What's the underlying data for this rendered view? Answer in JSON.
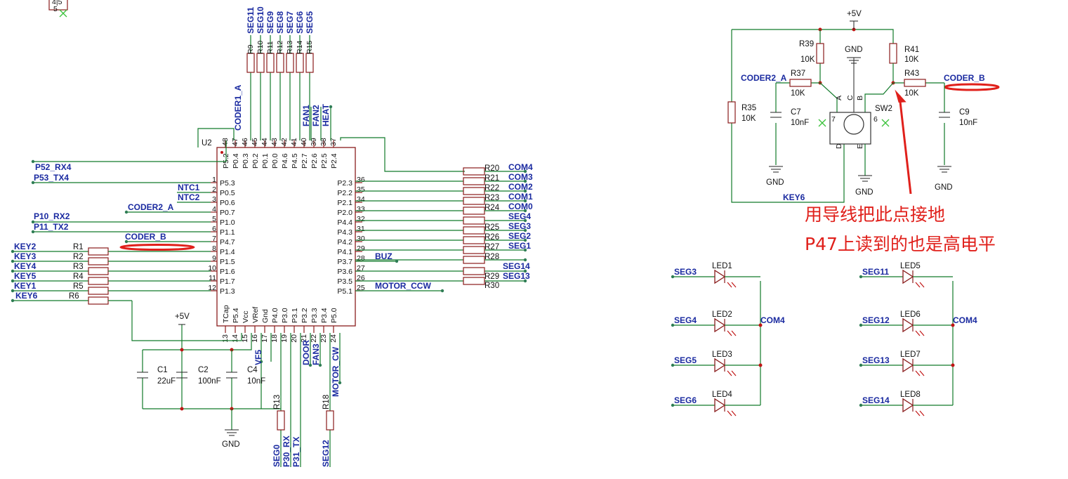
{
  "misc": {
    "top_fragment_a": "4|5",
    "top_fragment_b": "5"
  },
  "u2": {
    "ref": "U2",
    "top_pins": [
      {
        "num": "48",
        "name": "P5.2"
      },
      {
        "num": "47",
        "name": "P0.4"
      },
      {
        "num": "46",
        "name": "P0.3"
      },
      {
        "num": "45",
        "name": "P0.2"
      },
      {
        "num": "44",
        "name": "P0.1"
      },
      {
        "num": "43",
        "name": "P0.0"
      },
      {
        "num": "42",
        "name": "P4.6"
      },
      {
        "num": "41",
        "name": "P4.5"
      },
      {
        "num": "40",
        "name": "P2.7"
      },
      {
        "num": "39",
        "name": "P2.6"
      },
      {
        "num": "38",
        "name": "P2.5"
      },
      {
        "num": "37",
        "name": "P2.4"
      }
    ],
    "left_pins": [
      {
        "num": "1",
        "name": "P5.3"
      },
      {
        "num": "2",
        "name": "P0.5"
      },
      {
        "num": "3",
        "name": "P0.6"
      },
      {
        "num": "4",
        "name": "P0.7"
      },
      {
        "num": "5",
        "name": "P1.0"
      },
      {
        "num": "6",
        "name": "P1.1"
      },
      {
        "num": "7",
        "name": "P4.7"
      },
      {
        "num": "8",
        "name": "P1.4"
      },
      {
        "num": "9",
        "name": "P1.5"
      },
      {
        "num": "10",
        "name": "P1.6"
      },
      {
        "num": "11",
        "name": "P1.7"
      },
      {
        "num": "12",
        "name": "P1.3"
      }
    ],
    "right_pins": [
      {
        "num": "36",
        "name": "P2.3"
      },
      {
        "num": "35",
        "name": "P2.2"
      },
      {
        "num": "34",
        "name": "P2.1"
      },
      {
        "num": "33",
        "name": "P2.0"
      },
      {
        "num": "32",
        "name": "P4.4"
      },
      {
        "num": "31",
        "name": "P4.3"
      },
      {
        "num": "30",
        "name": "P4.2"
      },
      {
        "num": "29",
        "name": "P4.1"
      },
      {
        "num": "28",
        "name": "P3.7"
      },
      {
        "num": "27",
        "name": "P3.6"
      },
      {
        "num": "26",
        "name": "P3.5"
      },
      {
        "num": "25",
        "name": "P5.1"
      }
    ],
    "bottom_pins": [
      {
        "num": "13",
        "name": "TCap"
      },
      {
        "num": "14",
        "name": "P5.4"
      },
      {
        "num": "15",
        "name": "Vcc"
      },
      {
        "num": "16",
        "name": "VRef"
      },
      {
        "num": "17",
        "name": "Gnd"
      },
      {
        "num": "18",
        "name": "P4.0"
      },
      {
        "num": "19",
        "name": "P3.0"
      },
      {
        "num": "20",
        "name": "P3.1"
      },
      {
        "num": "21",
        "name": "P3.2"
      },
      {
        "num": "22",
        "name": "P3.3"
      },
      {
        "num": "23",
        "name": "P3.4"
      },
      {
        "num": "24",
        "name": "P5.0"
      }
    ]
  },
  "top_nets": [
    "SEG11",
    "SEG10",
    "SEG9",
    "SEG8",
    "SEG7",
    "SEG6",
    "SEG5"
  ],
  "top_res": [
    "R9",
    "R10",
    "R11",
    "R12",
    "R13",
    "R14",
    "R15"
  ],
  "top_misc": {
    "coder1": "CODER1_A",
    "fan1": "FAN1",
    "fan2": "FAN2",
    "heat": "HEAT"
  },
  "left_nets": {
    "p52": "P52_RX4",
    "p53": "P53_TX4",
    "ntc1": "NTC1",
    "ntc2": "NTC2",
    "coder2": "CODER2_A",
    "p10": "P10_RX2",
    "p11": "P11_TX2",
    "coderb": "CODER_B"
  },
  "keys": [
    {
      "net": "KEY2",
      "res": "R1"
    },
    {
      "net": "KEY3",
      "res": "R2"
    },
    {
      "net": "KEY4",
      "res": "R3"
    },
    {
      "net": "KEY5",
      "res": "R4"
    },
    {
      "net": "KEY1",
      "res": "R5"
    },
    {
      "net": "KEY6",
      "res": "R6"
    }
  ],
  "right_res": [
    {
      "res": "R20",
      "net": "COM4"
    },
    {
      "res": "R21",
      "net": "COM3"
    },
    {
      "res": "R22",
      "net": "COM2"
    },
    {
      "res": "R23",
      "net": "COM1"
    },
    {
      "res": "R24",
      "net": "COM0"
    },
    {
      "res": "",
      "net": "SEG4"
    },
    {
      "res": "R25",
      "net": "SEG3"
    },
    {
      "res": "R26",
      "net": "SEG2"
    },
    {
      "res": "R27",
      "net": "SEG1"
    },
    {
      "res": "R28",
      "net": ""
    }
  ],
  "right_misc": {
    "buz": "BUZ",
    "seg14": "SEG14",
    "r29": "R29",
    "seg13": "SEG13",
    "r30": "R30",
    "motor_ccw": "MOTOR_CCW"
  },
  "bottom": {
    "vf5": "VF5",
    "door": "DOOR",
    "fan3": "FAN3",
    "motor_cw": "MOTOR_CW",
    "seg0": "SEG0",
    "p30": "P30_RX",
    "p31": "P31_TX",
    "seg12": "SEG12",
    "r13": "R13",
    "r18": "R18",
    "vcc": "+5V",
    "gnd": "GND",
    "caps": [
      {
        "ref": "C1",
        "val": "22uF"
      },
      {
        "ref": "C2",
        "val": "100nF"
      },
      {
        "ref": "C4",
        "val": "10nF"
      }
    ]
  },
  "encoder": {
    "vcc": "+5V",
    "gnd": "GND",
    "r39": "R39",
    "r39v": "10K",
    "r41": "R41",
    "r41v": "10K",
    "r37": "R37",
    "r37v": "10K",
    "r43": "R43",
    "r43v": "10K",
    "r35": "R35",
    "r35v": "10K",
    "c7": "C7",
    "c7v": "10nF",
    "c9": "C9",
    "c9v": "10nF",
    "coder2": "CODER2_A",
    "coderb": "CODER_B",
    "sw": "SW2",
    "key6": "KEY6",
    "pin_a": "A",
    "pin_c": "C",
    "pin_b": "B",
    "pin_d": "D",
    "pin_e": "E",
    "pin_7": "7",
    "pin_6": "6"
  },
  "annotation": {
    "line1": "用导线把此点接地",
    "line2": "P47上读到的也是高电平",
    "color": "#e0201b"
  },
  "leds_left": [
    {
      "seg": "SEG3",
      "ref": "LED1"
    },
    {
      "seg": "SEG4",
      "ref": "LED2"
    },
    {
      "seg": "SEG5",
      "ref": "LED3"
    },
    {
      "seg": "SEG6",
      "ref": "LED4"
    }
  ],
  "leds_right": [
    {
      "seg": "SEG11",
      "ref": "LED5"
    },
    {
      "seg": "SEG12",
      "ref": "LED6"
    },
    {
      "seg": "SEG13",
      "ref": "LED7"
    },
    {
      "seg": "SEG14",
      "ref": "LED8"
    }
  ],
  "led_com": "COM4"
}
